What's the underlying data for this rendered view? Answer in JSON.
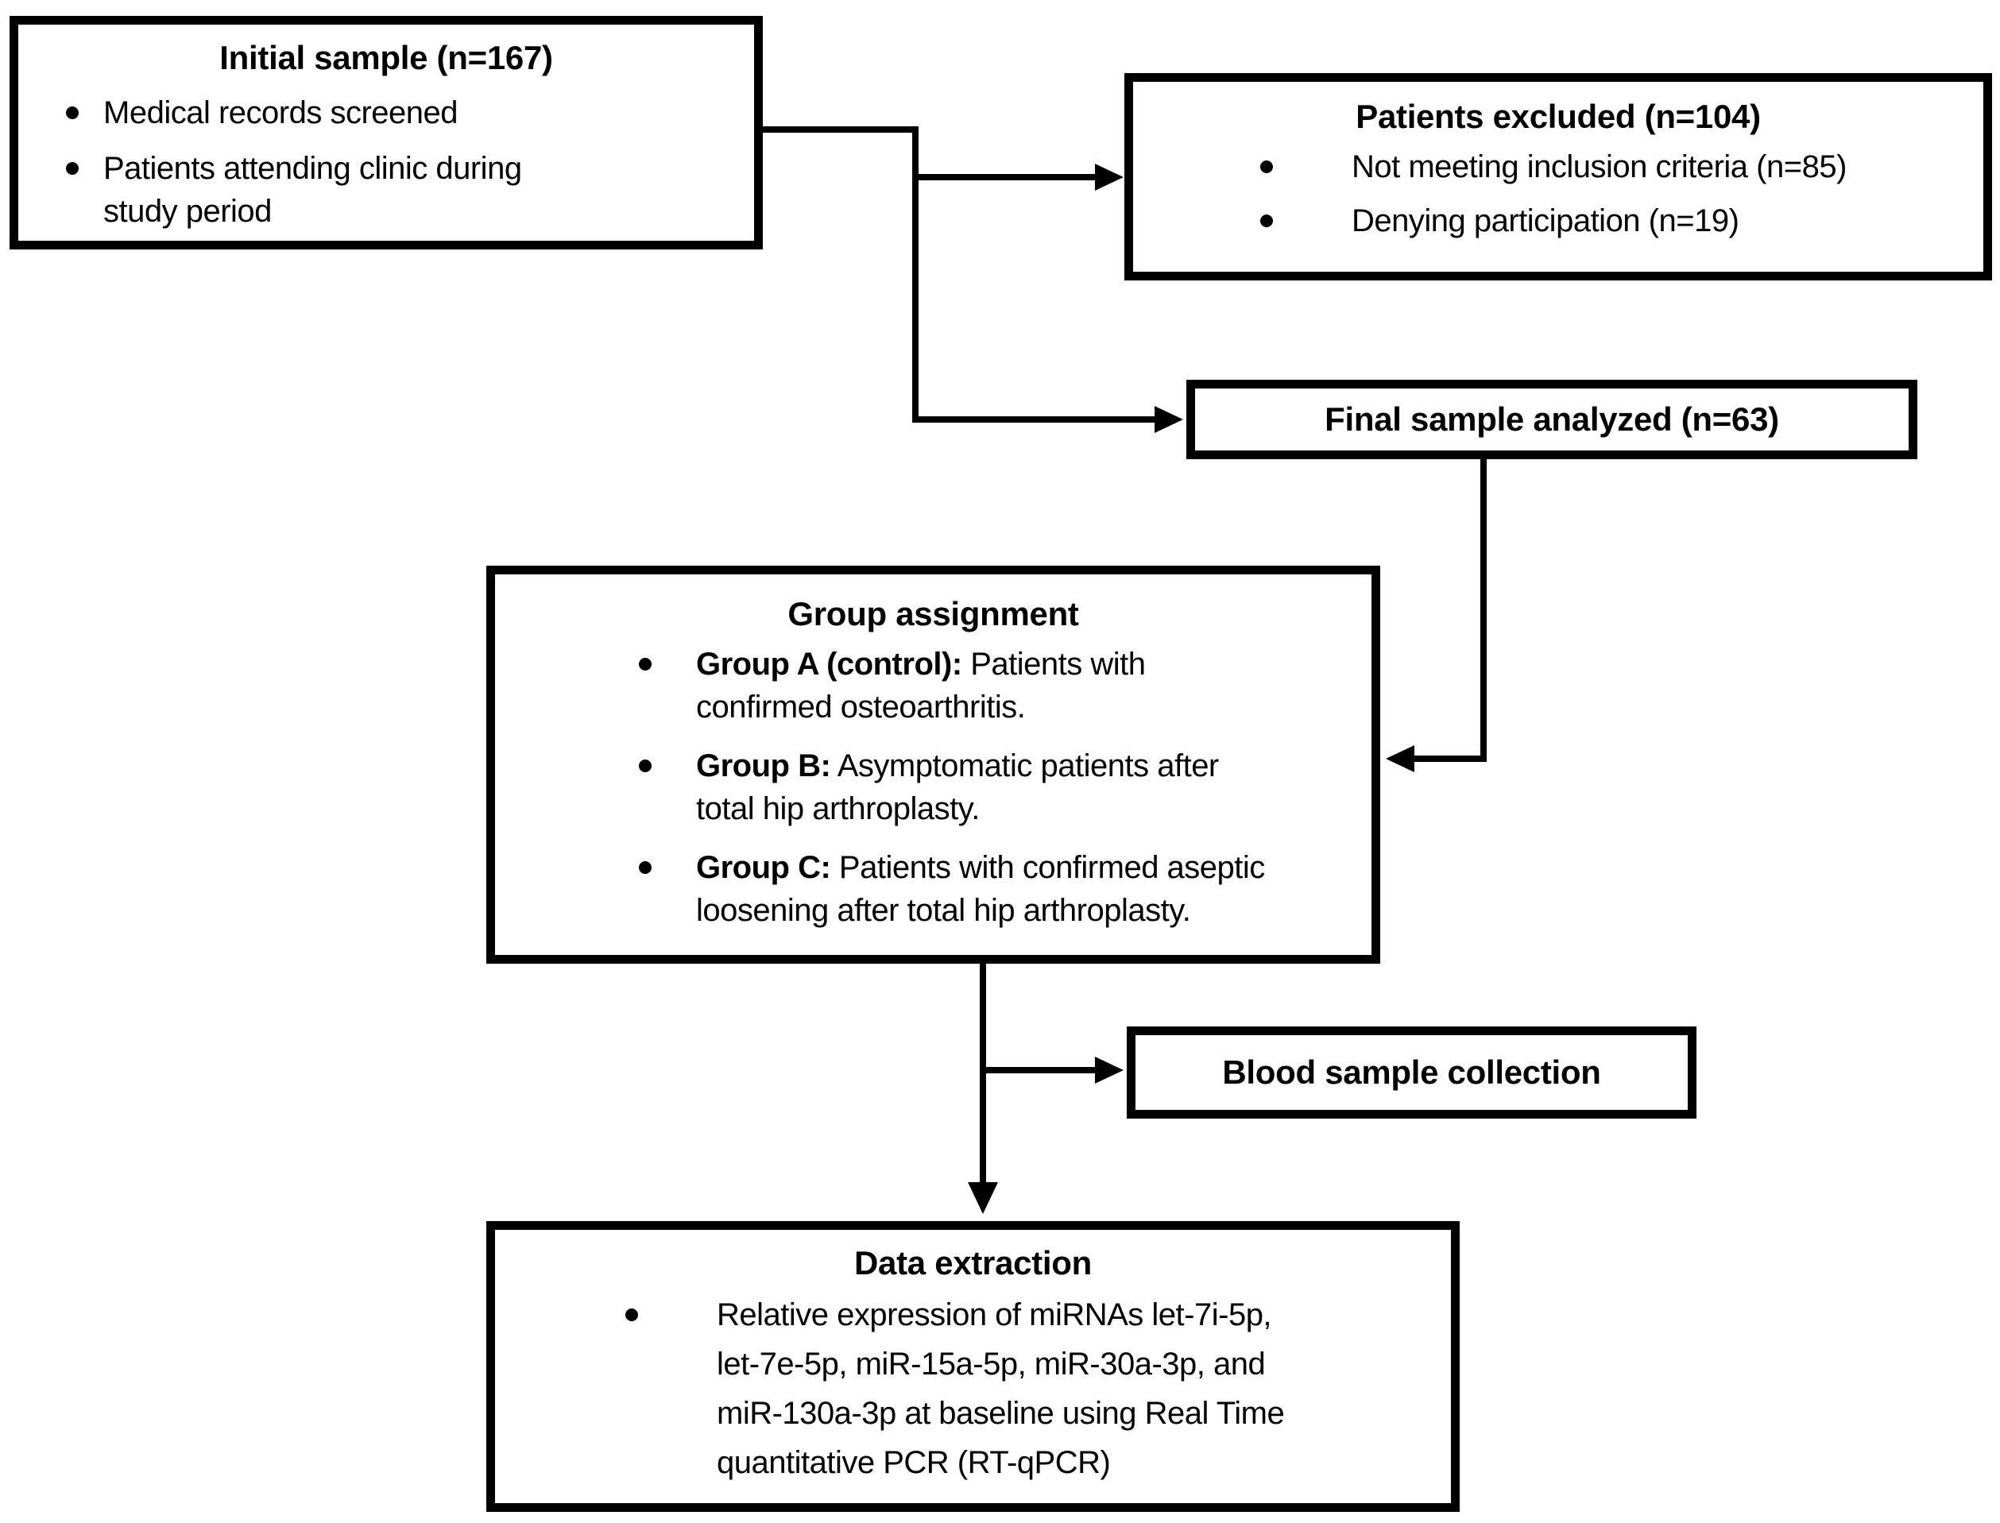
{
  "colors": {
    "ink": "#000000",
    "background": "#ffffff"
  },
  "boxes": {
    "initial": {
      "title": "Initial sample (n=167)",
      "items": [
        {
          "bold": "",
          "text": "Medical records screened"
        },
        {
          "bold": "",
          "text": "Patients attending clinic during\nstudy period"
        }
      ]
    },
    "excluded": {
      "title": "Patients excluded (n=104)",
      "items": [
        {
          "bold": "",
          "text": "Not meeting inclusion criteria (n=85)"
        },
        {
          "bold": "",
          "text": "Denying participation (n=19)"
        }
      ]
    },
    "final": {
      "title": "Final sample analyzed (n=63)"
    },
    "group": {
      "title": "Group assignment",
      "items": [
        {
          "bold": "Group A (control):",
          "text": " Patients with\nconfirmed osteoarthritis."
        },
        {
          "bold": "Group B:",
          "text": " Asymptomatic patients after\ntotal hip arthroplasty."
        },
        {
          "bold": "Group C:",
          "text": " Patients with confirmed aseptic\nloosening after total hip arthroplasty."
        }
      ]
    },
    "blood": {
      "title": "Blood sample collection"
    },
    "data_extraction": {
      "title": "Data extraction",
      "items": [
        {
          "bold": "",
          "text": "Relative expression of miRNAs let-7i-5p,\nlet-7e-5p, miR-15a-5p, miR-30a-3p, and\nmiR-130a-3p at baseline using Real Time\nquantitative PCR (RT-qPCR)"
        }
      ]
    }
  }
}
